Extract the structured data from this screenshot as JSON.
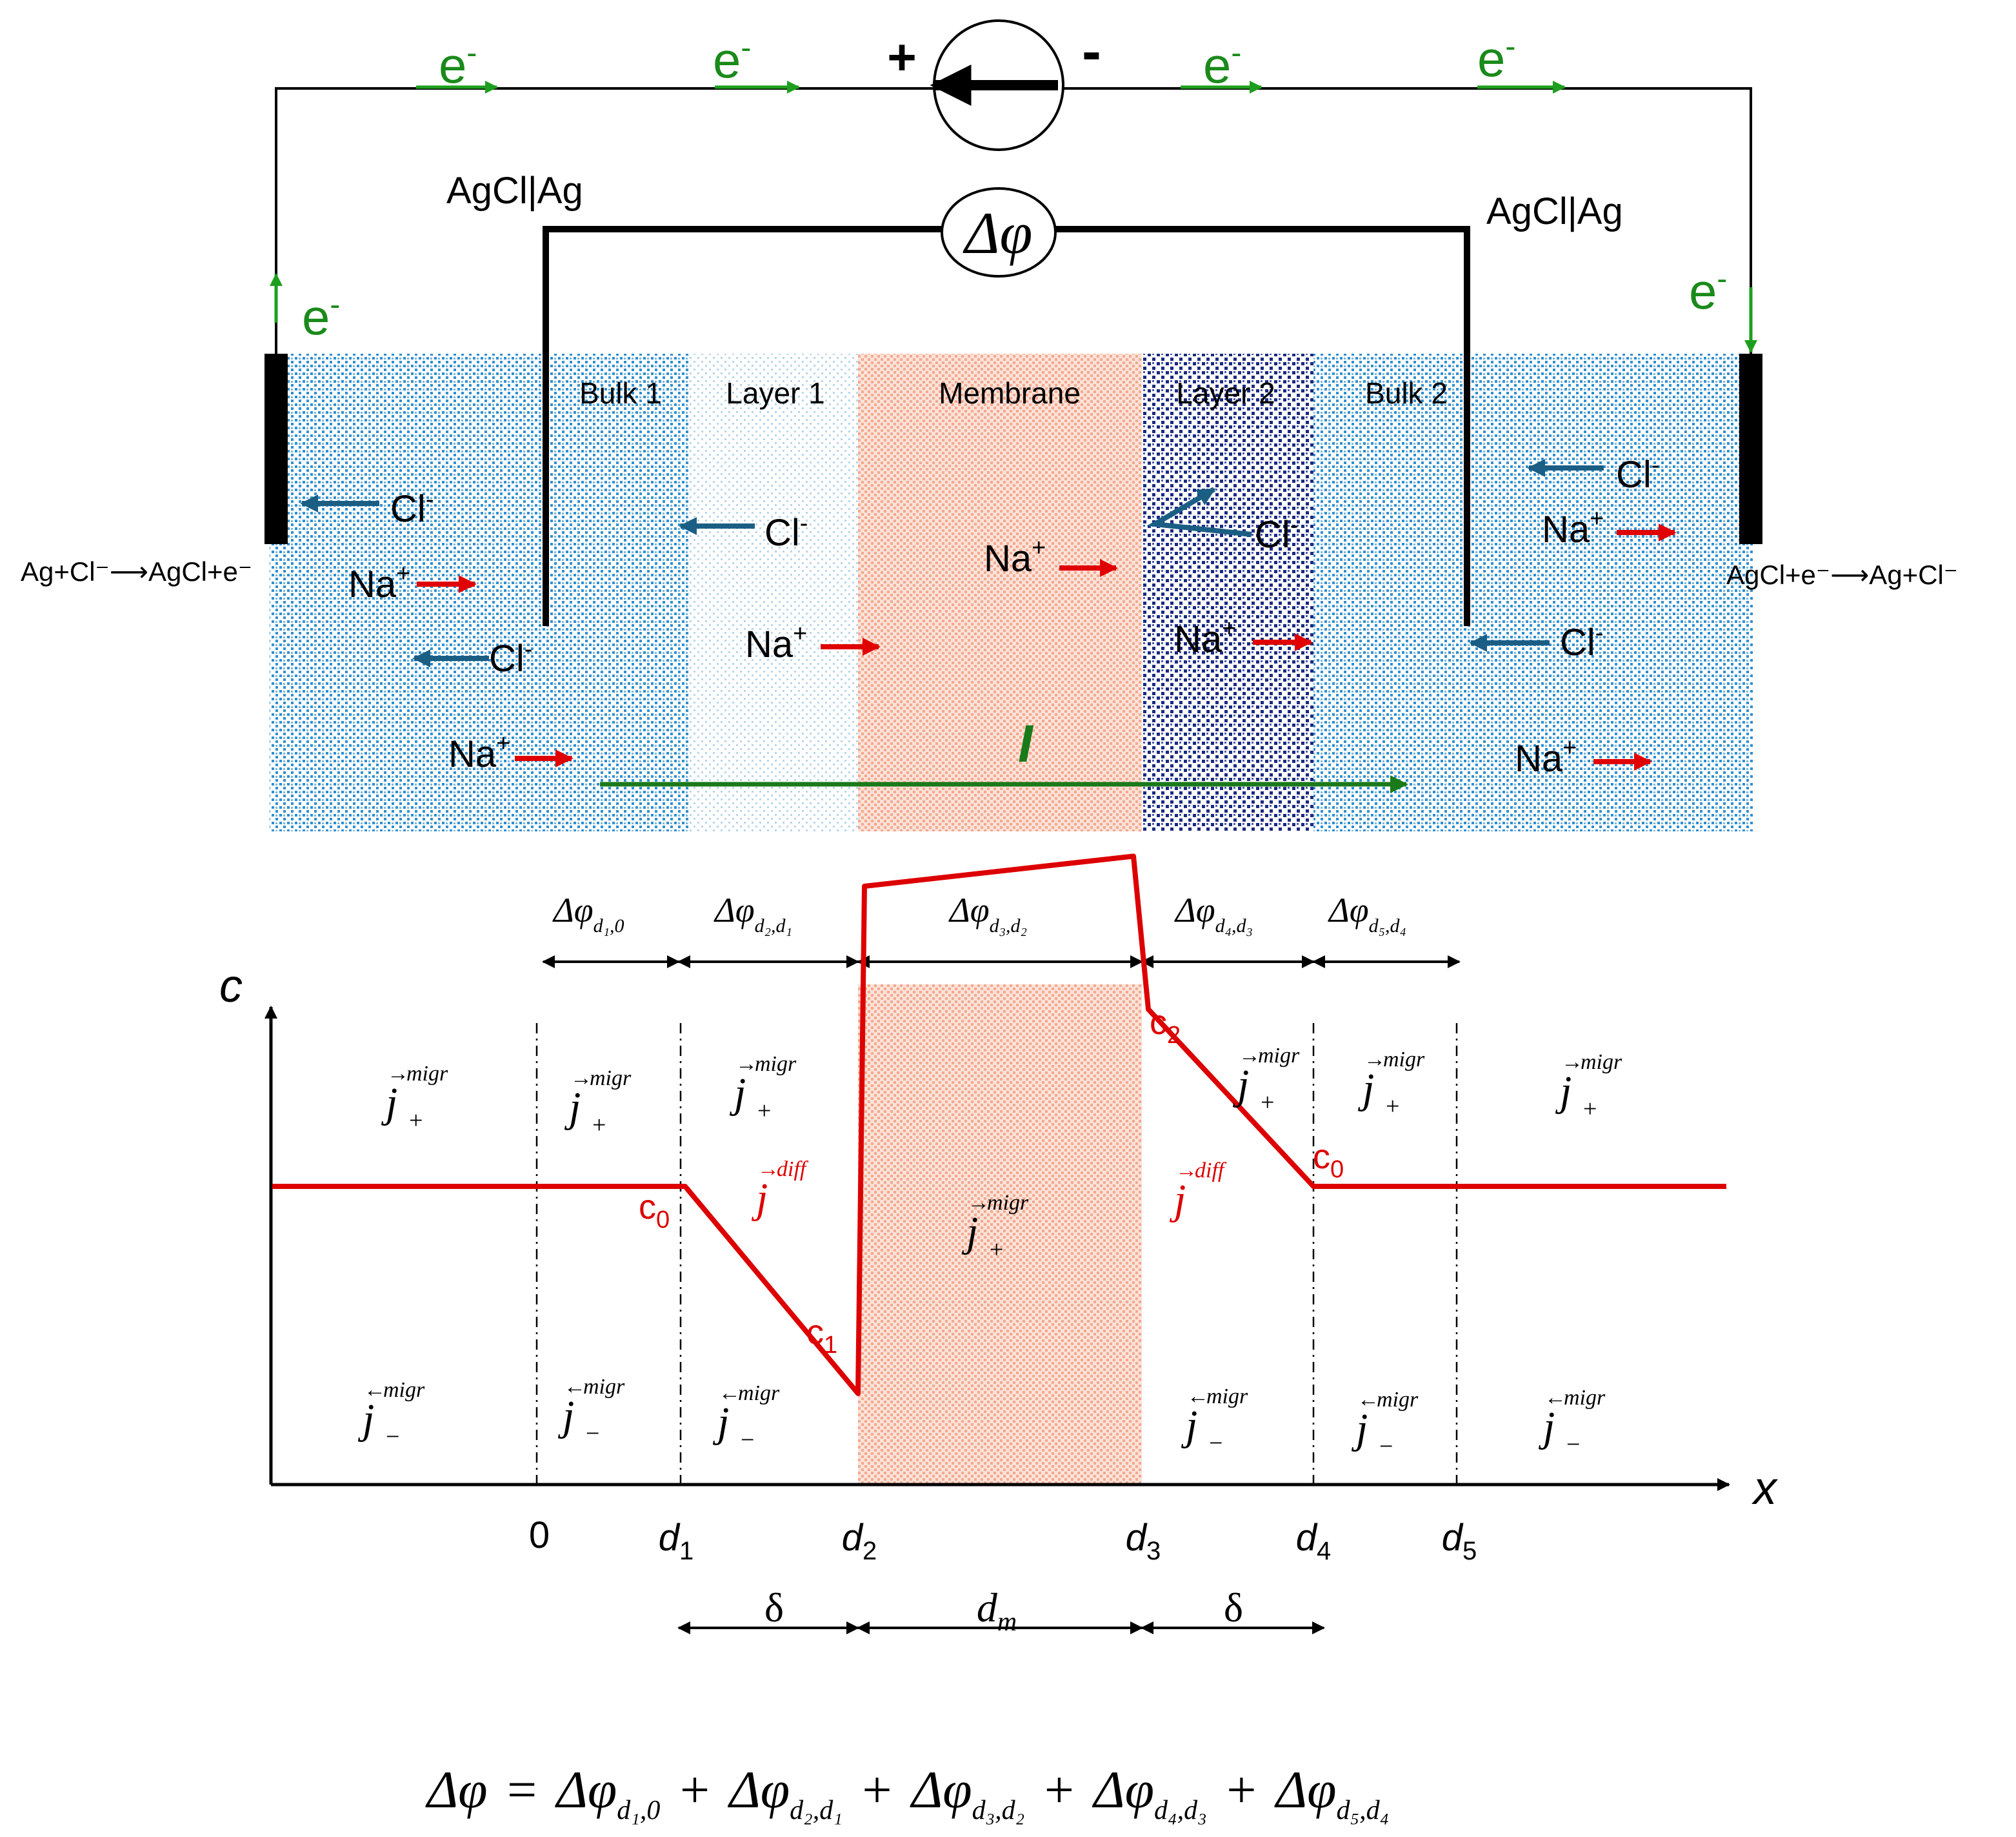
{
  "colors": {
    "wire": "#000000",
    "electron": "#1e9e1e",
    "electron_text": "#1a8a1a",
    "current": "#1a7a1a",
    "chloride_arrow": "#1b5e84",
    "sodium_arrow": "#e00000",
    "bulk_fill": "#2f8fd0",
    "layer1_fill": "#b8d6ea",
    "membrane_fill": "#f7c6b4",
    "layer2_fill": "#1a2a80",
    "profile": "#dd0000"
  },
  "circuit": {
    "electron_label": "e",
    "electron_sup": "-",
    "source_plus": "+",
    "source_minus": "-",
    "voltmeter_label": "Δφ",
    "electrode_left_label": "AgCl|Ag",
    "electrode_right_label": "AgCl|Ag",
    "reaction_left": "Ag+Cl⁻⟶AgCl+e⁻",
    "reaction_right": "AgCl+e⁻⟶Ag+Cl⁻",
    "current_label": "I"
  },
  "regions": {
    "bulk1": "Bulk 1",
    "layer1": "Layer 1",
    "membrane": "Membrane",
    "layer2": "Layer 2",
    "bulk2": "Bulk 2"
  },
  "ions": {
    "chloride": "Cl",
    "chloride_sup": "-",
    "sodium": "Na",
    "sodium_sup": "+"
  },
  "potential_drops": {
    "symbol": "Δφ",
    "d10": "d₁,0",
    "d21": "d₂,d₁",
    "d32": "d₃,d₂",
    "d43": "d₄,d₃",
    "d54": "d₅,d₄"
  },
  "plot": {
    "y_axis_label": "c",
    "x_axis_label": "x",
    "ticks": [
      "0",
      "d",
      "d",
      "d",
      "d",
      "d"
    ],
    "tick_subs": [
      "",
      "1",
      "2",
      "3",
      "4",
      "5"
    ],
    "conc_labels": {
      "c0_left": "c",
      "c0_left_sub": "0",
      "c1": "c",
      "c1_sub": "1",
      "c2": "c",
      "c2_sub": "2",
      "c0_right": "c",
      "c0_right_sub": "0"
    },
    "flux": {
      "j": "j",
      "migr": "migr",
      "diff": "diff",
      "plus": "+",
      "minus": "−"
    },
    "widths": {
      "delta": "δ",
      "dm": "d",
      "dm_sub": "m"
    },
    "profile_points": [
      [
        "-inf",
        0.0
      ],
      [
        "d1",
        0.0
      ],
      [
        "d2",
        -0.69
      ],
      [
        "d2+",
        1.0
      ],
      [
        "d3",
        1.1
      ],
      [
        "d3+",
        0.59
      ],
      [
        "d4",
        0.0
      ],
      [
        "+inf",
        0.0
      ]
    ]
  },
  "equation": {
    "lhs": "Δφ",
    "equals": "=",
    "plus": "+",
    "terms": [
      "Δφ",
      "Δφ",
      "Δφ",
      "Δφ",
      "Δφ"
    ],
    "subs": [
      "d₁,0",
      "d₂,d₁",
      "d₃,d₂",
      "d₄,d₃",
      "d₅,d₄"
    ]
  }
}
